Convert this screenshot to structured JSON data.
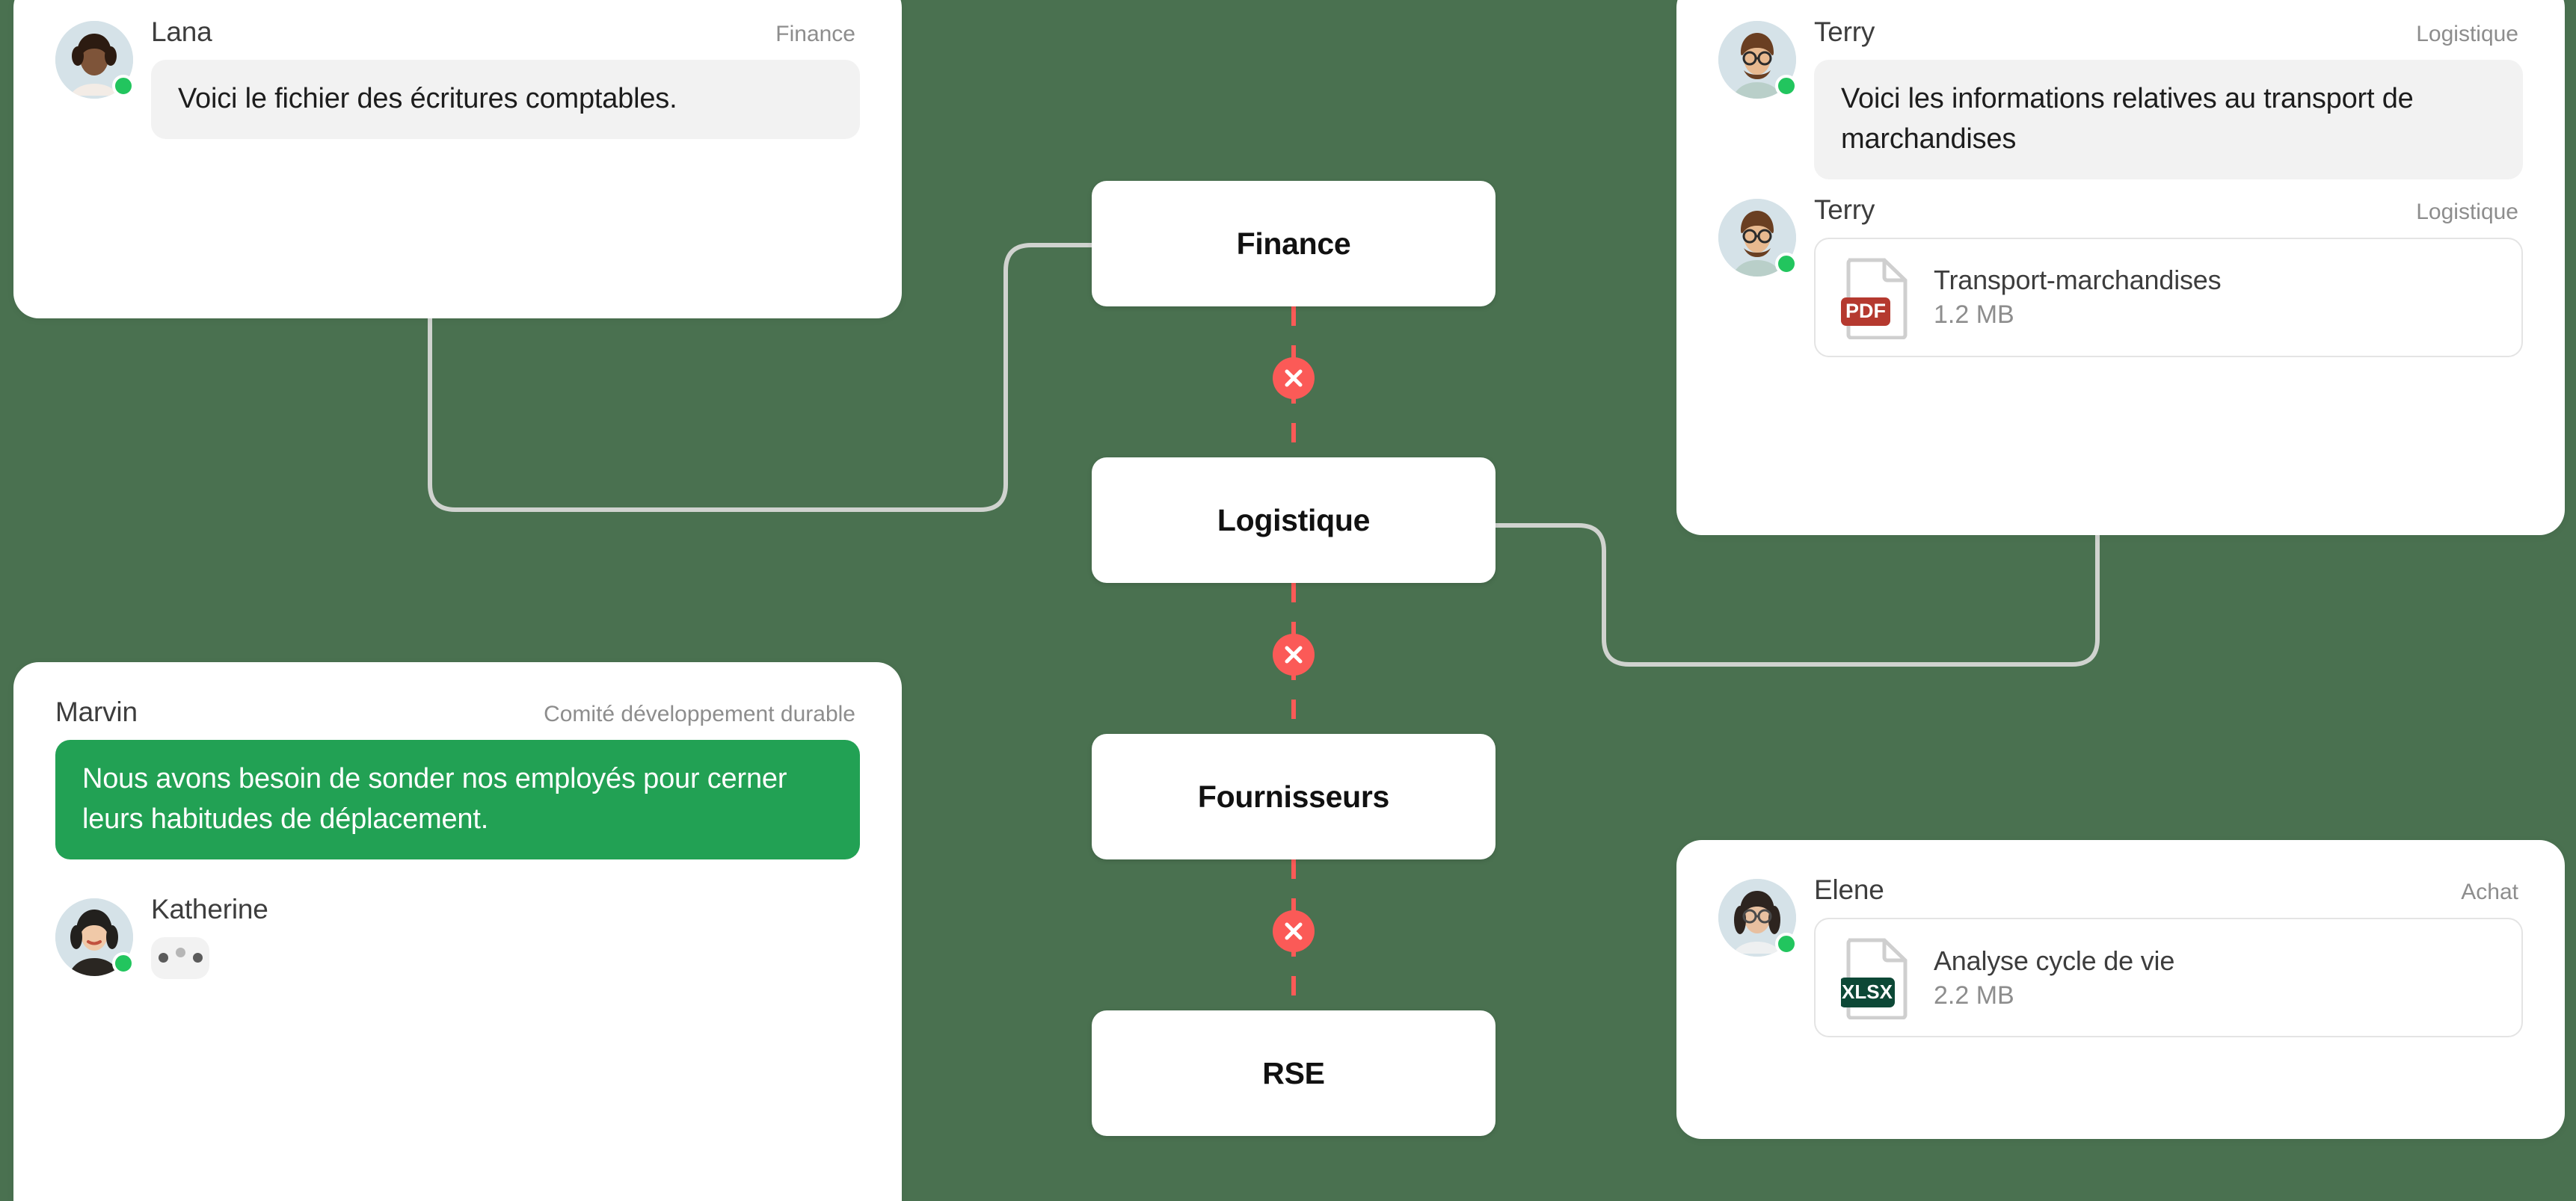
{
  "theme": {
    "background": "#4a7150",
    "card_background": "#ffffff",
    "bubble_background": "#f2f2f2",
    "bubble_green": "#22a154",
    "status_online": "#22c55e",
    "connector_color": "#d0d3cf",
    "link_error_color": "#fb5a57",
    "pdf_badge_color": "#b5392f",
    "xlsx_badge_color": "#0d4836",
    "node_text_color": "#111111"
  },
  "cards": {
    "lana": {
      "messages": [
        {
          "name": "Lana",
          "department": "Finance",
          "text": "Voici le fichier des écritures comptables."
        }
      ]
    },
    "terry": {
      "messages": [
        {
          "name": "Terry",
          "department": "Logistique",
          "text": "Voici les informations relatives au transport de marchandises"
        },
        {
          "name": "Terry",
          "department": "Logistique",
          "file": {
            "type": "PDF",
            "name": "Transport-marchandises",
            "size": "1.2 MB"
          }
        }
      ]
    },
    "marvin": {
      "messages": [
        {
          "name": "Marvin",
          "department": "Comité développement durable",
          "text": "Nous avons besoin de sonder nos employés pour cerner leurs habitudes de déplacement."
        },
        {
          "name": "Katherine",
          "department": "",
          "typing": "typing-indicator"
        }
      ]
    },
    "elene": {
      "messages": [
        {
          "name": "Elene",
          "department": "Achat",
          "file": {
            "type": "XLSX",
            "name": "Analyse cycle de vie",
            "size": "2.2 MB"
          }
        }
      ]
    }
  },
  "flow": {
    "nodes": [
      {
        "label": "Finance"
      },
      {
        "label": "Logistique"
      },
      {
        "label": "Fournisseurs"
      },
      {
        "label": "RSE"
      }
    ],
    "link_badges": [
      {
        "icon": "close-icon"
      },
      {
        "icon": "close-icon"
      },
      {
        "icon": "close-icon"
      }
    ]
  }
}
